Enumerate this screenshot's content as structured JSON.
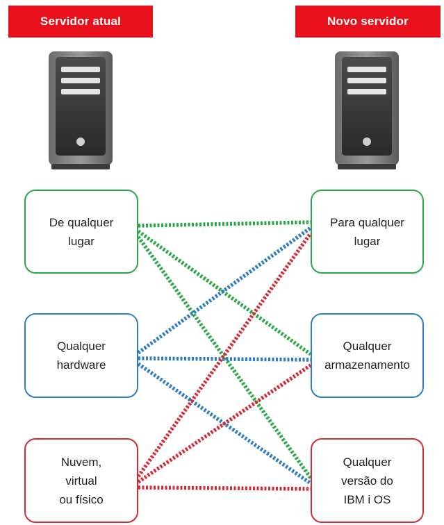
{
  "header": {
    "left_title": "Servidor atual",
    "right_title": "Novo servidor"
  },
  "icons": {
    "servers": "server-tower-icon"
  },
  "colors": {
    "banner": "#e8101a",
    "green": "#29a845",
    "blue": "#2f7cc6",
    "red": "#d42a35"
  },
  "source_boxes": [
    {
      "label": "De qualquer\nlugar",
      "color": "green"
    },
    {
      "label": "Qualquer\nhardware",
      "color": "blue"
    },
    {
      "label": "Nuvem,\nvirtual\nou físico",
      "color": "red"
    }
  ],
  "target_boxes": [
    {
      "label": "Para qualquer\nlugar",
      "color": "green"
    },
    {
      "label": "Qualquer\narmazenamento",
      "color": "blue"
    },
    {
      "label": "Qualquer\nversão do\nIBM i OS",
      "color": "red"
    }
  ],
  "connections": {
    "description_of_links": "each source connects to every target",
    "links": [
      {
        "from": 0,
        "to": 0,
        "color": "green"
      },
      {
        "from": 0,
        "to": 1,
        "color": "green"
      },
      {
        "from": 0,
        "to": 2,
        "color": "green"
      },
      {
        "from": 1,
        "to": 0,
        "color": "blue"
      },
      {
        "from": 1,
        "to": 1,
        "color": "blue"
      },
      {
        "from": 1,
        "to": 2,
        "color": "blue"
      },
      {
        "from": 2,
        "to": 0,
        "color": "red"
      },
      {
        "from": 2,
        "to": 1,
        "color": "red"
      },
      {
        "from": 2,
        "to": 2,
        "color": "red"
      }
    ]
  }
}
